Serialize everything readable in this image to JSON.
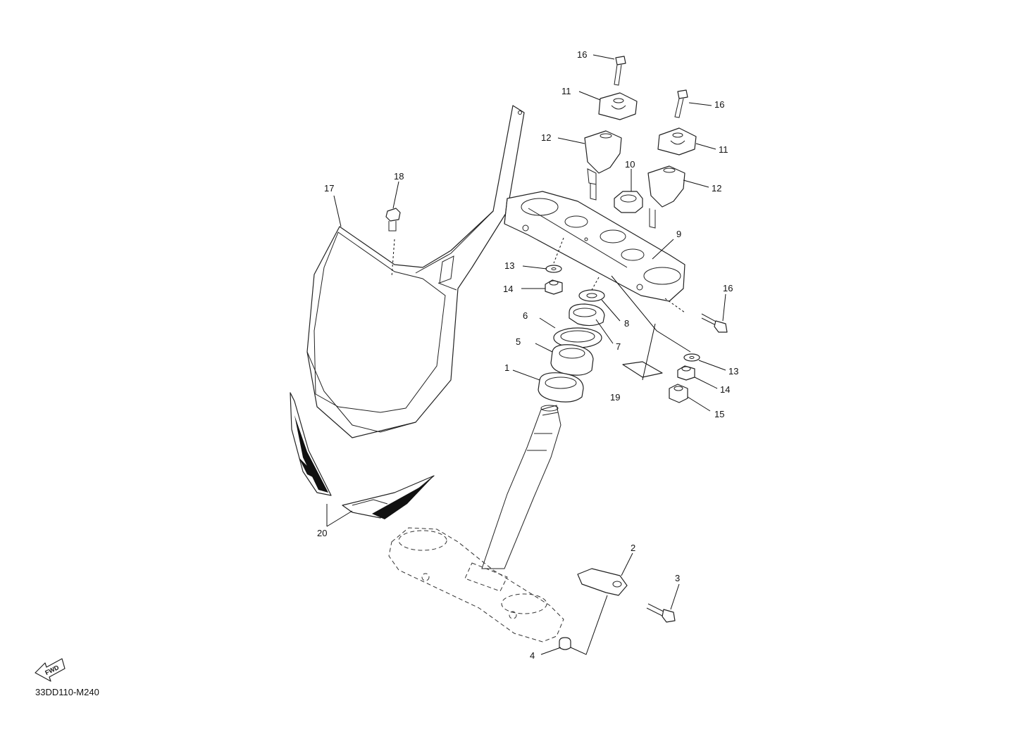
{
  "diagram": {
    "code": "33DD110-M240",
    "fwd_label": "FWD",
    "callouts": [
      {
        "id": "c16a",
        "text": "16"
      },
      {
        "id": "c11a",
        "text": "11"
      },
      {
        "id": "c12a",
        "text": "12"
      },
      {
        "id": "c16b",
        "text": "16"
      },
      {
        "id": "c11b",
        "text": "11"
      },
      {
        "id": "c10",
        "text": "10"
      },
      {
        "id": "c12b",
        "text": "12"
      },
      {
        "id": "c18",
        "text": "18"
      },
      {
        "id": "c17",
        "text": "17"
      },
      {
        "id": "c9",
        "text": "9"
      },
      {
        "id": "c13a",
        "text": "13"
      },
      {
        "id": "c14a",
        "text": "14"
      },
      {
        "id": "c16c",
        "text": "16"
      },
      {
        "id": "c6",
        "text": "6"
      },
      {
        "id": "c8",
        "text": "8"
      },
      {
        "id": "c5",
        "text": "5"
      },
      {
        "id": "c7",
        "text": "7"
      },
      {
        "id": "c1",
        "text": "1"
      },
      {
        "id": "c13b",
        "text": "13"
      },
      {
        "id": "c14b",
        "text": "14"
      },
      {
        "id": "c19",
        "text": "19"
      },
      {
        "id": "c15",
        "text": "15"
      },
      {
        "id": "c20",
        "text": "20"
      },
      {
        "id": "c2",
        "text": "2"
      },
      {
        "id": "c3",
        "text": "3"
      },
      {
        "id": "c4",
        "text": "4"
      }
    ]
  }
}
